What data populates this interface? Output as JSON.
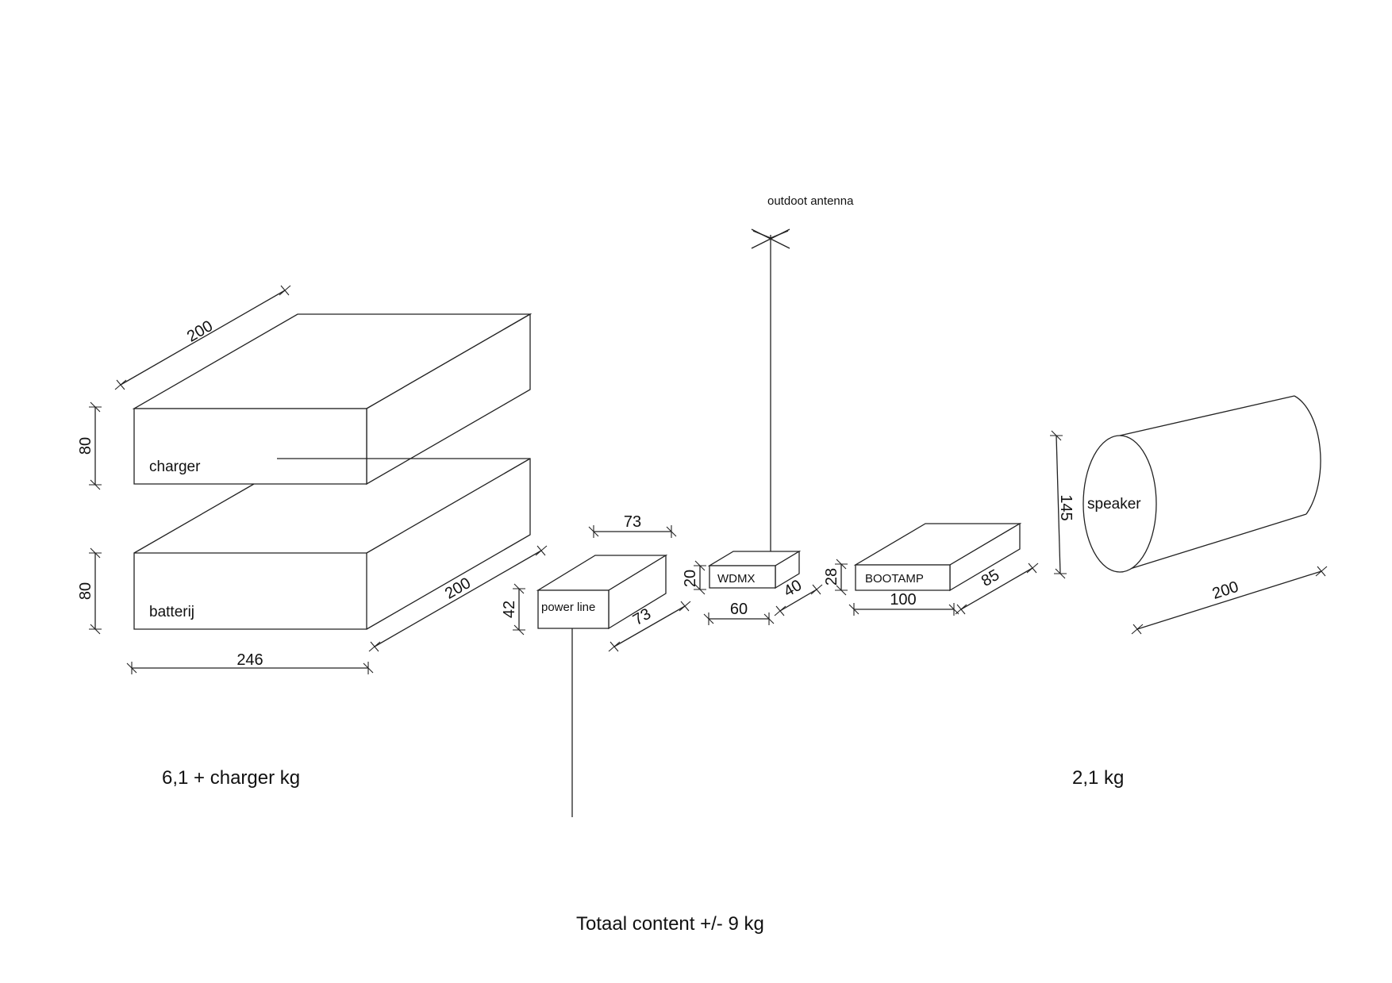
{
  "labels": {
    "charger": "charger",
    "batterij": "batterij",
    "power_line": "power line",
    "wdmx": "WDMX",
    "bootamp": "BOOTAMP",
    "speaker": "speaker",
    "antenna": "outdoot antenna"
  },
  "dimensions": {
    "charger_depth": "200",
    "charger_height": "80",
    "battery_height": "80",
    "battery_depth": "200",
    "battery_width": "246",
    "powerline_width": "73",
    "powerline_height": "42",
    "powerline_depth": "73",
    "wdmx_height": "20",
    "wdmx_width": "60",
    "wdmx_depth": "40",
    "bootamp_height": "28",
    "bootamp_width": "100",
    "bootamp_depth": "85",
    "speaker_diameter": "145",
    "speaker_length": "200"
  },
  "notes": {
    "left_weight": "6,1 + charger kg",
    "right_weight": "2,1 kg",
    "total": "Totaal content +/- 9 kg"
  }
}
